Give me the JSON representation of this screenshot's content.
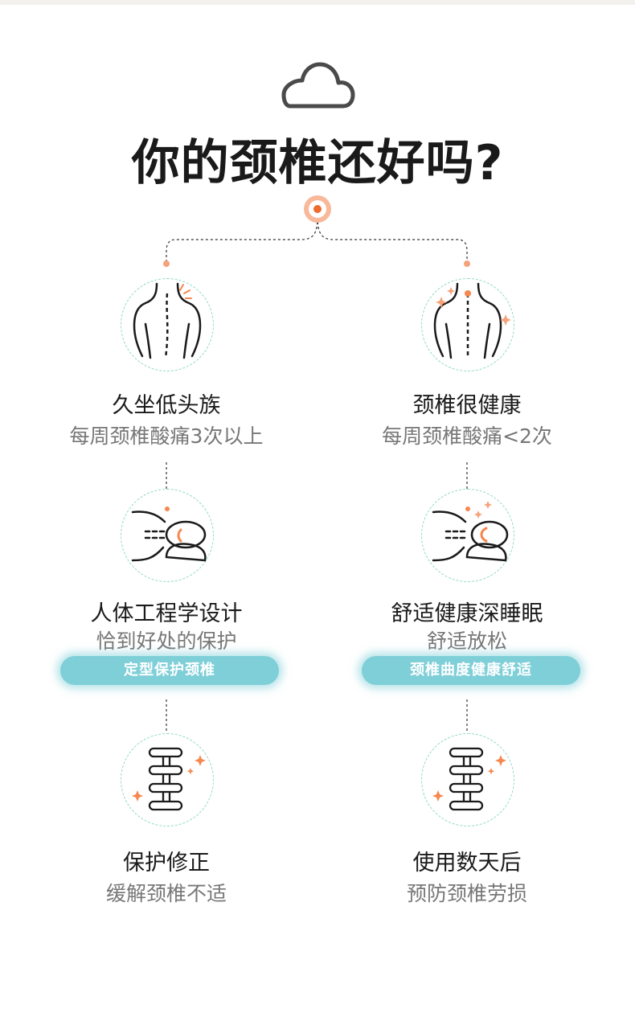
{
  "header": {
    "title": "你的颈椎还好吗?",
    "cloud_icon": "cloud-icon",
    "target_icon": "target-icon"
  },
  "colors": {
    "accent": "#f5874f",
    "circle_border": "#8fd9c8",
    "pill": "#7fcfd8",
    "subtext": "#777777"
  },
  "left": {
    "steps": [
      {
        "icon": "back-pain-icon",
        "title": "久坐低头族",
        "desc": "每周颈椎酸痛3次以上"
      },
      {
        "icon": "sleep-pillow-icon",
        "title": "人体工程学设计",
        "desc": "恰到好处的保护",
        "tag": "定型保护颈椎"
      },
      {
        "icon": "spine-icon",
        "title": "保护修正",
        "desc": "缓解颈椎不适"
      }
    ]
  },
  "right": {
    "steps": [
      {
        "icon": "healthy-back-icon",
        "title": "颈椎很健康",
        "desc": "每周颈椎酸痛<2次"
      },
      {
        "icon": "sleep-pillow-icon",
        "title": "舒适健康深睡眠",
        "desc": "舒适放松",
        "tag": "颈椎曲度健康舒适"
      },
      {
        "icon": "spine-icon",
        "title": "使用数天后",
        "desc": "预防颈椎劳损"
      }
    ]
  }
}
